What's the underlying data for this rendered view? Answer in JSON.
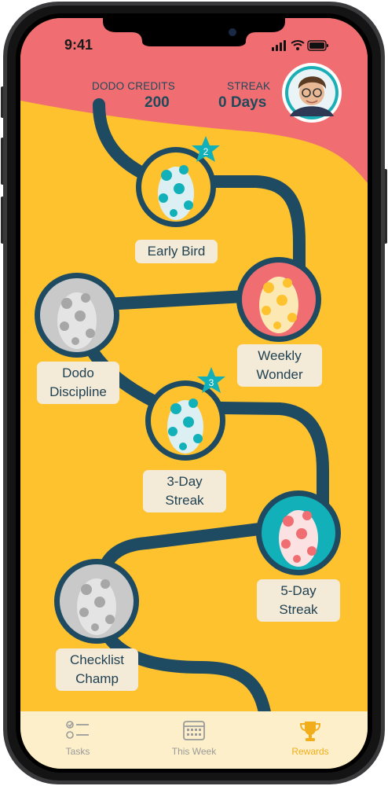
{
  "status_bar": {
    "time": "9:41"
  },
  "header": {
    "credits_label": "DODO CREDITS",
    "credits_value": "200",
    "streak_label": "STREAK",
    "streak_value": "0 Days"
  },
  "rewards": [
    {
      "id": "early-bird",
      "title": "Early Bird",
      "state": "unlocked",
      "count": "2"
    },
    {
      "id": "weekly-wonder",
      "title_lines": [
        "Weekly",
        "Wonder"
      ],
      "state": "unlocked"
    },
    {
      "id": "dodo-discipline",
      "title_lines": [
        "Dodo",
        "Discipline"
      ],
      "state": "locked"
    },
    {
      "id": "3-day-streak",
      "title_lines": [
        "3-Day",
        "Streak"
      ],
      "state": "unlocked",
      "count": "3"
    },
    {
      "id": "5-day-streak",
      "title_lines": [
        "5-Day",
        "Streak"
      ],
      "state": "unlocked"
    },
    {
      "id": "checklist-champ",
      "title_lines": [
        "Checklist",
        "Champ"
      ],
      "state": "locked"
    }
  ],
  "tabs": [
    {
      "label": "Tasks",
      "icon": "checklist-icon",
      "active": false
    },
    {
      "label": "This Week",
      "icon": "calendar-icon",
      "active": false
    },
    {
      "label": "Rewards",
      "icon": "trophy-icon",
      "active": true
    }
  ],
  "colors": {
    "background": "#FEC22F",
    "header": "#F06E72",
    "path": "#1E4B61",
    "teal": "#12B0B8",
    "locked": "#C9C9C9",
    "active_tab": "#F2AE1A"
  }
}
